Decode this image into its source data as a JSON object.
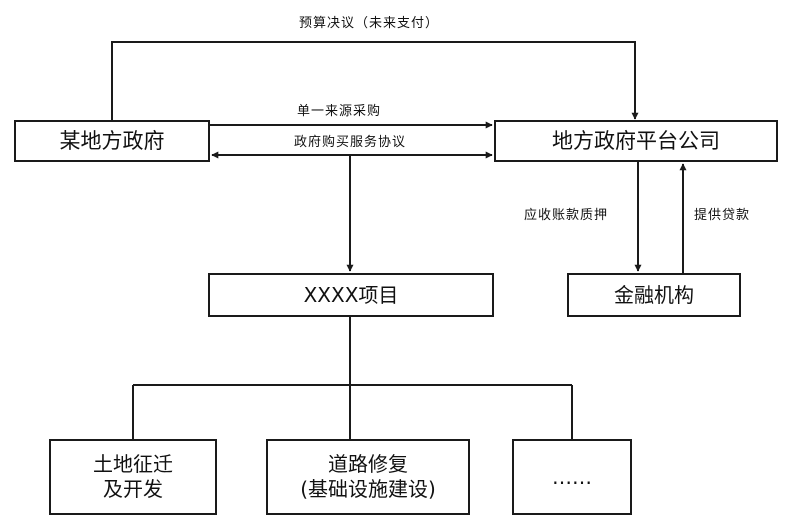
{
  "nodes": {
    "local_government": "某地方政府",
    "platform_company": "地方政府平台公司",
    "project": "XXXX项目",
    "financial_institution": "金融机构",
    "land_acquisition": "土地征迁\n及开发",
    "road_repair": "道路修复\n(基础设施建设)",
    "more": "……"
  },
  "edges": {
    "budget_resolution": "预算决议（未来支付）",
    "single_source_procurement": "单一来源采购",
    "service_agreement": "政府购买服务协议",
    "receivables_pledge": "应收账款质押",
    "provide_loan": "提供贷款"
  },
  "colors": {
    "line": "#1a1a1a",
    "text": "#111111",
    "background": "#ffffff"
  }
}
